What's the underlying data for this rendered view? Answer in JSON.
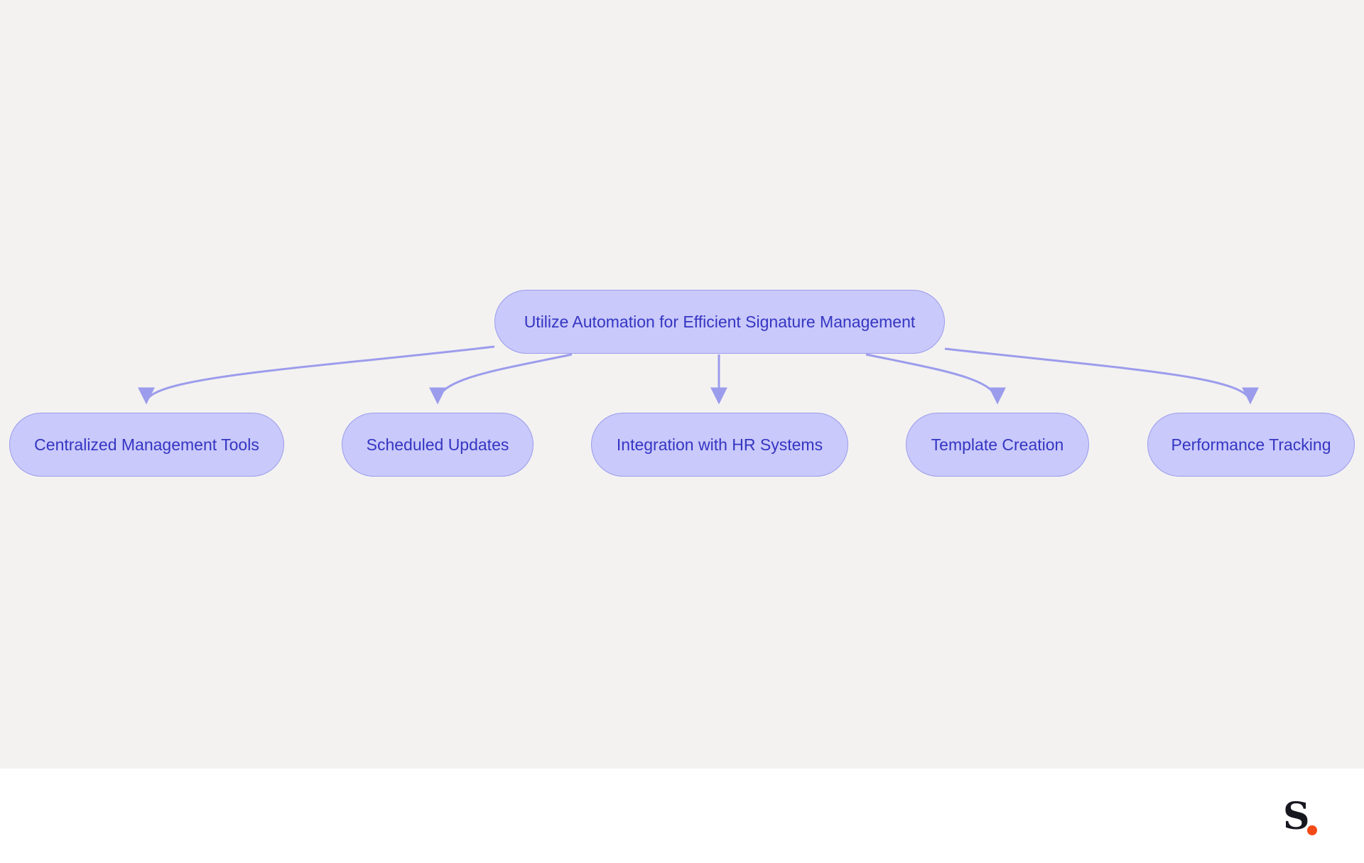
{
  "diagram": {
    "root": {
      "id": "root",
      "label": "Utilize Automation for Efficient Signature Management"
    },
    "children": [
      {
        "id": "c1",
        "label": "Centralized Management Tools"
      },
      {
        "id": "c2",
        "label": "Scheduled Updates"
      },
      {
        "id": "c3",
        "label": "Integration with HR Systems"
      },
      {
        "id": "c4",
        "label": "Template Creation"
      },
      {
        "id": "c5",
        "label": "Performance Tracking"
      }
    ],
    "edges": [
      {
        "from": "root",
        "to": "c1"
      },
      {
        "from": "root",
        "to": "c2"
      },
      {
        "from": "root",
        "to": "c3"
      },
      {
        "from": "root",
        "to": "c4"
      },
      {
        "from": "root",
        "to": "c5"
      }
    ],
    "colors": {
      "background": "#f3f2f1",
      "node_fill": "#c9c9fb",
      "node_border": "#9c9cec",
      "node_text": "#3535c3",
      "edge": "#9c9cec"
    }
  },
  "logo": {
    "letter": "S",
    "dot_color": "#f24a17"
  }
}
